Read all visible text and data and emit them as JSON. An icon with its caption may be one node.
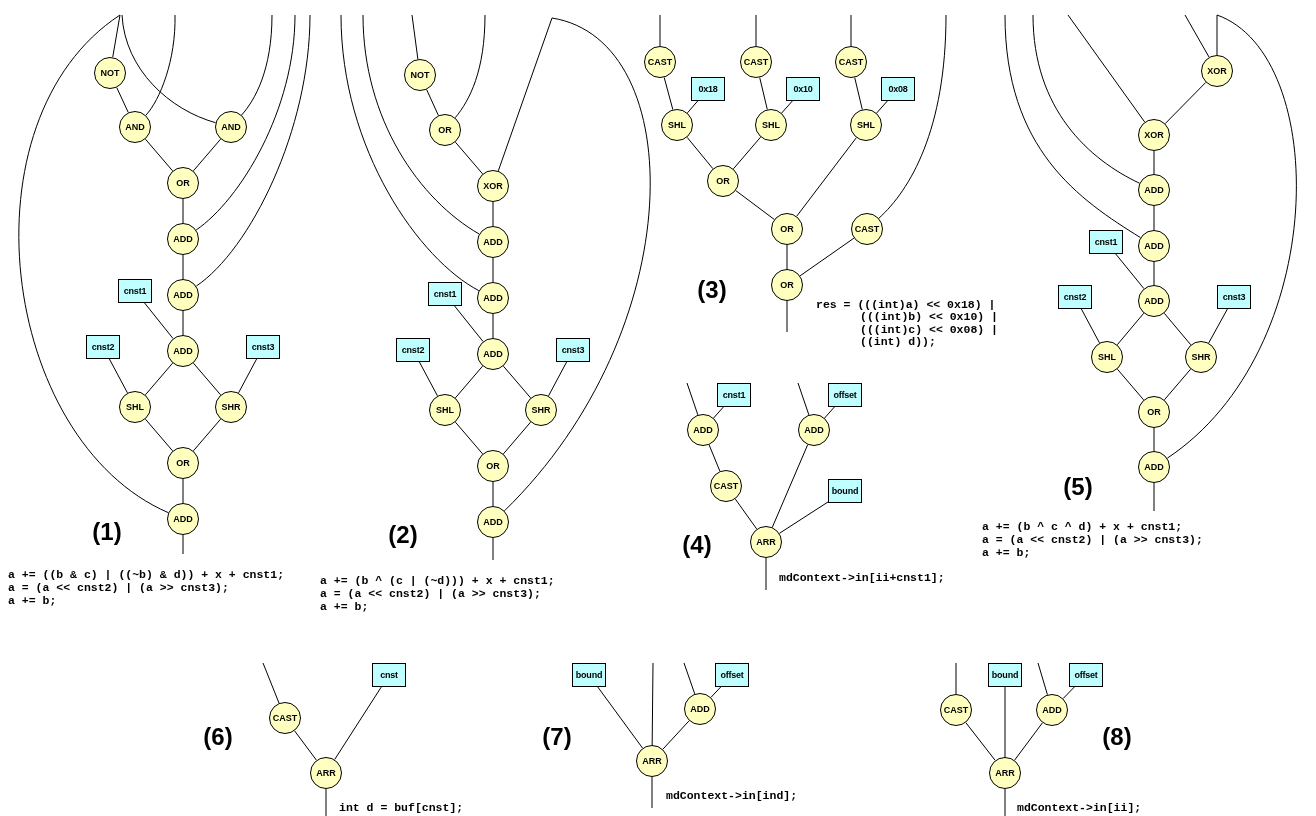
{
  "diagram": {
    "nodes": [
      {
        "text": [
          "NOT"
        ]
      },
      {
        "text": [
          "AND"
        ]
      },
      {
        "text": [
          "AND"
        ]
      },
      {
        "text": [
          "OR"
        ]
      },
      {
        "text": [
          "ADD"
        ]
      },
      {
        "text": [
          "ADD"
        ]
      },
      {
        "text": [
          "cnst1"
        ]
      },
      {
        "text": [
          "ADD"
        ]
      },
      {
        "text": [
          "cnst2"
        ]
      },
      {
        "text": [
          "cnst3"
        ]
      },
      {
        "text": [
          "SHL"
        ]
      },
      {
        "text": [
          "SHR"
        ]
      },
      {
        "text": [
          "OR"
        ]
      },
      {
        "text": [
          "ADD"
        ]
      },
      {
        "text": [
          "NOT"
        ]
      },
      {
        "text": [
          "OR"
        ]
      },
      {
        "text": [
          "XOR"
        ]
      },
      {
        "text": [
          "ADD"
        ]
      },
      {
        "text": [
          "ADD"
        ]
      },
      {
        "text": [
          "cnst1"
        ]
      },
      {
        "text": [
          "ADD"
        ]
      },
      {
        "text": [
          "cnst2"
        ]
      },
      {
        "text": [
          "cnst3"
        ]
      },
      {
        "text": [
          "SHL"
        ]
      },
      {
        "text": [
          "SHR"
        ]
      },
      {
        "text": [
          "OR"
        ]
      },
      {
        "text": [
          "ADD"
        ]
      },
      {
        "text": [
          "CAST"
        ]
      },
      {
        "text": [
          "CAST"
        ]
      },
      {
        "text": [
          "CAST"
        ]
      },
      {
        "text": [
          "0x18"
        ]
      },
      {
        "text": [
          "0x10"
        ]
      },
      {
        "text": [
          "0x08"
        ]
      },
      {
        "text": [
          "SHL"
        ]
      },
      {
        "text": [
          "SHL"
        ]
      },
      {
        "text": [
          "SHL"
        ]
      },
      {
        "text": [
          "OR"
        ]
      },
      {
        "text": [
          "OR"
        ]
      },
      {
        "text": [
          "CAST"
        ]
      },
      {
        "text": [
          "OR"
        ]
      },
      {
        "text": [
          "ADD"
        ]
      },
      {
        "text": [
          "cnst1"
        ]
      },
      {
        "text": [
          "ADD"
        ]
      },
      {
        "text": [
          "offset"
        ]
      },
      {
        "text": [
          "CAST"
        ]
      },
      {
        "text": [
          "bound"
        ]
      },
      {
        "text": [
          "ARR"
        ]
      },
      {
        "text": [
          "XOR"
        ]
      },
      {
        "text": [
          "XOR"
        ]
      },
      {
        "text": [
          "ADD"
        ]
      },
      {
        "text": [
          "ADD"
        ]
      },
      {
        "text": [
          "cnst1"
        ]
      },
      {
        "text": [
          "ADD"
        ]
      },
      {
        "text": [
          "cnst2"
        ]
      },
      {
        "text": [
          "cnst3"
        ]
      },
      {
        "text": [
          "SHL"
        ]
      },
      {
        "text": [
          "SHR"
        ]
      },
      {
        "text": [
          "OR"
        ]
      },
      {
        "text": [
          "ADD"
        ]
      },
      {
        "text": [
          "CAST"
        ]
      },
      {
        "text": [
          "cnst"
        ]
      },
      {
        "text": [
          "ARR"
        ]
      },
      {
        "text": [
          "bound"
        ]
      },
      {
        "text": [
          "ADD"
        ]
      },
      {
        "text": [
          "offset"
        ]
      },
      {
        "text": [
          "ARR"
        ]
      },
      {
        "text": [
          "CAST"
        ]
      },
      {
        "text": [
          "bound"
        ]
      },
      {
        "text": [
          "ADD"
        ]
      },
      {
        "text": [
          "offset"
        ]
      },
      {
        "text": [
          "ARR"
        ]
      }
    ],
    "edges": [
      {
        "from": 0,
        "to": 1,
        "arrow": "none"
      },
      {
        "from": 1,
        "to": 3,
        "arrow": "none"
      },
      {
        "from": 2,
        "to": 3,
        "arrow": "none"
      },
      {
        "from": 3,
        "to": 4,
        "arrow": "none"
      },
      {
        "from": 4,
        "to": 5,
        "arrow": "none"
      },
      {
        "from": 5,
        "to": 7,
        "arrow": "none"
      },
      {
        "from": 6,
        "to": 7,
        "arrow": "none"
      },
      {
        "from": 7,
        "to": 10,
        "arrow": "none"
      },
      {
        "from": 7,
        "to": 11,
        "arrow": "none"
      },
      {
        "from": 8,
        "to": 10,
        "arrow": "none"
      },
      {
        "from": 9,
        "to": 11,
        "arrow": "none"
      },
      {
        "from": 10,
        "to": 12,
        "arrow": "none"
      },
      {
        "from": 11,
        "to": 12,
        "arrow": "none"
      },
      {
        "from": 12,
        "to": 13,
        "arrow": "none"
      },
      {
        "from": 13,
        "to": null,
        "arrow": "none"
      },
      {
        "from": null,
        "to": 0,
        "arrow": "none"
      },
      {
        "from": null,
        "to": 13,
        "arrow": "none"
      },
      {
        "from": null,
        "to": 2,
        "arrow": "none"
      },
      {
        "from": null,
        "to": 1,
        "arrow": "none"
      },
      {
        "from": null,
        "to": 2,
        "arrow": "none"
      },
      {
        "from": null,
        "to": 4,
        "arrow": "none"
      },
      {
        "from": null,
        "to": 5,
        "arrow": "none"
      },
      {
        "from": 14,
        "to": 15,
        "arrow": "none"
      },
      {
        "from": 15,
        "to": 16,
        "arrow": "none"
      },
      {
        "from": 16,
        "to": 17,
        "arrow": "none"
      },
      {
        "from": 17,
        "to": 18,
        "arrow": "none"
      },
      {
        "from": 18,
        "to": 20,
        "arrow": "none"
      },
      {
        "from": 19,
        "to": 20,
        "arrow": "none"
      },
      {
        "from": 20,
        "to": 23,
        "arrow": "none"
      },
      {
        "from": 20,
        "to": 24,
        "arrow": "none"
      },
      {
        "from": 21,
        "to": 23,
        "arrow": "none"
      },
      {
        "from": 22,
        "to": 24,
        "arrow": "none"
      },
      {
        "from": 23,
        "to": 25,
        "arrow": "none"
      },
      {
        "from": 24,
        "to": 25,
        "arrow": "none"
      },
      {
        "from": 25,
        "to": 26,
        "arrow": "none"
      },
      {
        "from": 26,
        "to": null,
        "arrow": "none"
      },
      {
        "from": null,
        "to": 14,
        "arrow": "none"
      },
      {
        "from": null,
        "to": 15,
        "arrow": "none"
      },
      {
        "from": null,
        "to": 17,
        "arrow": "none"
      },
      {
        "from": null,
        "to": 18,
        "arrow": "none"
      },
      {
        "from": null,
        "to": 16,
        "arrow": "none"
      },
      {
        "from": null,
        "to": 26,
        "arrow": "none"
      },
      {
        "from": null,
        "to": 27,
        "arrow": "none"
      },
      {
        "from": null,
        "to": 28,
        "arrow": "none"
      },
      {
        "from": null,
        "to": 29,
        "arrow": "none"
      },
      {
        "from": 27,
        "to": 33,
        "arrow": "none"
      },
      {
        "from": 30,
        "to": 33,
        "arrow": "none"
      },
      {
        "from": 28,
        "to": 34,
        "arrow": "none"
      },
      {
        "from": 31,
        "to": 34,
        "arrow": "none"
      },
      {
        "from": 29,
        "to": 35,
        "arrow": "none"
      },
      {
        "from": 32,
        "to": 35,
        "arrow": "none"
      },
      {
        "from": 33,
        "to": 36,
        "arrow": "none"
      },
      {
        "from": 34,
        "to": 36,
        "arrow": "none"
      },
      {
        "from": 36,
        "to": 37,
        "arrow": "none"
      },
      {
        "from": 35,
        "to": 37,
        "arrow": "none"
      },
      {
        "from": null,
        "to": 38,
        "arrow": "none"
      },
      {
        "from": 37,
        "to": 39,
        "arrow": "none"
      },
      {
        "from": 38,
        "to": 39,
        "arrow": "none"
      },
      {
        "from": 39,
        "to": null,
        "arrow": "none"
      },
      {
        "from": null,
        "to": 40,
        "arrow": "none"
      },
      {
        "from": 41,
        "to": 40,
        "arrow": "none"
      },
      {
        "from": null,
        "to": 42,
        "arrow": "none"
      },
      {
        "from": 43,
        "to": 42,
        "arrow": "none"
      },
      {
        "from": 40,
        "to": 44,
        "arrow": "none"
      },
      {
        "from": 44,
        "to": 46,
        "arrow": "none"
      },
      {
        "from": 42,
        "to": 46,
        "arrow": "none"
      },
      {
        "from": 45,
        "to": 46,
        "arrow": "none"
      },
      {
        "from": 46,
        "to": null,
        "arrow": "none"
      },
      {
        "from": null,
        "to": 50,
        "arrow": "none"
      },
      {
        "from": null,
        "to": 49,
        "arrow": "none"
      },
      {
        "from": null,
        "to": 48,
        "arrow": "none"
      },
      {
        "from": null,
        "to": 47,
        "arrow": "none"
      },
      {
        "from": null,
        "to": 47,
        "arrow": "none"
      },
      {
        "from": null,
        "to": 58,
        "arrow": "none"
      },
      {
        "from": 47,
        "to": 48,
        "arrow": "none"
      },
      {
        "from": 48,
        "to": 49,
        "arrow": "none"
      },
      {
        "from": 49,
        "to": 50,
        "arrow": "none"
      },
      {
        "from": 50,
        "to": 52,
        "arrow": "none"
      },
      {
        "from": 51,
        "to": 52,
        "arrow": "none"
      },
      {
        "from": 52,
        "to": 55,
        "arrow": "none"
      },
      {
        "from": 52,
        "to": 56,
        "arrow": "none"
      },
      {
        "from": 53,
        "to": 55,
        "arrow": "none"
      },
      {
        "from": 54,
        "to": 56,
        "arrow": "none"
      },
      {
        "from": 55,
        "to": 57,
        "arrow": "none"
      },
      {
        "from": 56,
        "to": 57,
        "arrow": "none"
      },
      {
        "from": 57,
        "to": 58,
        "arrow": "none"
      },
      {
        "from": 58,
        "to": null,
        "arrow": "none"
      },
      {
        "from": null,
        "to": 59,
        "arrow": "none"
      },
      {
        "from": 59,
        "to": 61,
        "arrow": "none"
      },
      {
        "from": 60,
        "to": 61,
        "arrow": "none"
      },
      {
        "from": 61,
        "to": null,
        "arrow": "none"
      },
      {
        "from": 62,
        "to": 65,
        "arrow": "none"
      },
      {
        "from": null,
        "to": 65,
        "arrow": "none"
      },
      {
        "from": null,
        "to": 63,
        "arrow": "none"
      },
      {
        "from": 64,
        "to": 63,
        "arrow": "none"
      },
      {
        "from": 63,
        "to": 65,
        "arrow": "none"
      },
      {
        "from": 65,
        "to": null,
        "arrow": "none"
      },
      {
        "from": null,
        "to": 66,
        "arrow": "none"
      },
      {
        "from": 66,
        "to": 70,
        "arrow": "none"
      },
      {
        "from": 67,
        "to": 70,
        "arrow": "none"
      },
      {
        "from": null,
        "to": 68,
        "arrow": "none"
      },
      {
        "from": 69,
        "to": 68,
        "arrow": "none"
      },
      {
        "from": 68,
        "to": 70,
        "arrow": "none"
      },
      {
        "from": 70,
        "to": null,
        "arrow": "none"
      }
    ],
    "labels": [
      "(1)",
      "a += ((b & c) | ((~b) & d)) + x + cnst1;",
      "a = (a << cnst2) | (a >> cnst3);",
      "a += b;",
      "(2)",
      "a += (b ^ (c | (~d))) + x + cnst1;",
      "a = (a << cnst2) | (a >> cnst3);",
      "a += b;",
      "(3)",
      "res = (((int)a) << 0x18) |",
      "(((int)b) << 0x10) |",
      "(((int)c) << 0x08) |",
      "((int) d));",
      "(4)",
      "mdContext->in[ii+cnst1];",
      "(5)",
      "a += (b ^ c ^ d) + x + cnst1;",
      "a = (a << cnst2) | (a >> cnst3);",
      "a += b;",
      "(6)",
      "int d = buf[cnst];",
      "(7)",
      "mdContext->in[ind];",
      "(8)",
      "mdContext->in[ii];"
    ]
  }
}
